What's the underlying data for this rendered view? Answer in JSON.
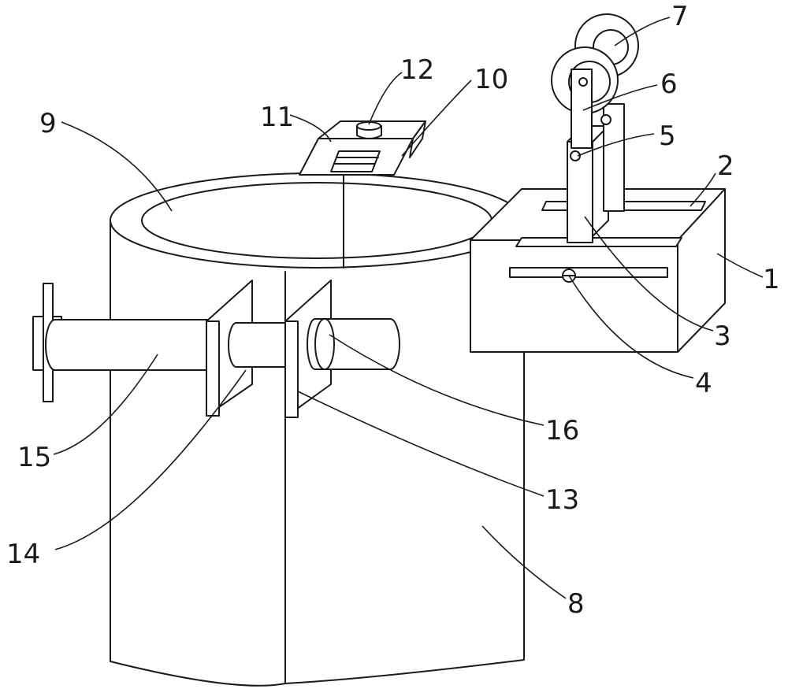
{
  "diagram": {
    "labels": [
      {
        "id": "1",
        "text": "1"
      },
      {
        "id": "2",
        "text": "2"
      },
      {
        "id": "3",
        "text": "3"
      },
      {
        "id": "4",
        "text": "4"
      },
      {
        "id": "5",
        "text": "5"
      },
      {
        "id": "6",
        "text": "6"
      },
      {
        "id": "7",
        "text": "7"
      },
      {
        "id": "8",
        "text": "8"
      },
      {
        "id": "9",
        "text": "9"
      },
      {
        "id": "10",
        "text": "10"
      },
      {
        "id": "11",
        "text": "11"
      },
      {
        "id": "12",
        "text": "12"
      },
      {
        "id": "13",
        "text": "13"
      },
      {
        "id": "14",
        "text": "14"
      },
      {
        "id": "15",
        "text": "15"
      },
      {
        "id": "16",
        "text": "16"
      }
    ]
  }
}
